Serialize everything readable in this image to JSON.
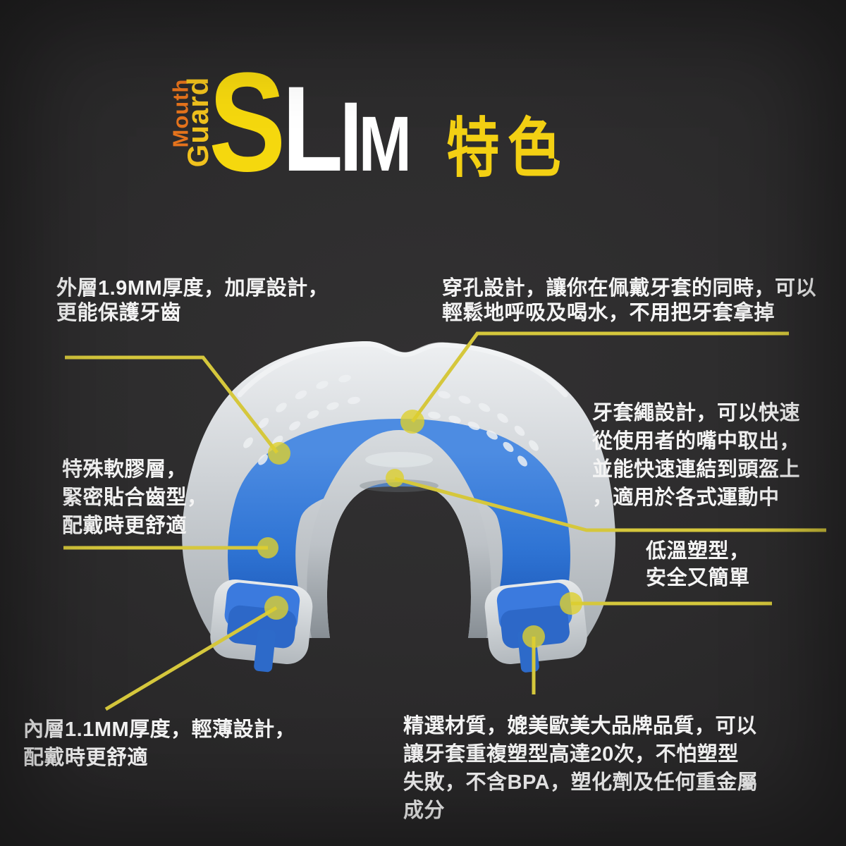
{
  "header": {
    "vertical_word_top": "Mouth",
    "vertical_word_bottom": "Guard",
    "letters": {
      "l1": "S",
      "l2": "L",
      "l3": "I",
      "l4": "M"
    },
    "suffix": "特色",
    "colors": {
      "slim_yellow": "#f5d80e",
      "suffix_yellow": "#f3d013",
      "guard_gold": "#f0c11d",
      "mouth_orange": "#e5731c",
      "white": "#ffffff"
    }
  },
  "product": {
    "illustration": "mouthguard-front-view",
    "shell_color": "#ced2d6",
    "liner_color": "#2f74d4",
    "callout_line_color": "#d5c73c",
    "marker_color": "#ddd02e"
  },
  "annotations": [
    {
      "id": "outer-layer",
      "text": "外層1.9MM厚度，加厚設計，\n更能保護牙齒"
    },
    {
      "id": "breathe-holes",
      "text": "穿孔設計，讓你在佩戴牙套的同時，可以\n輕鬆地呼吸及喝水，不用把牙套拿掉"
    },
    {
      "id": "tether",
      "text": "牙套繩設計，可以快速\n從使用者的嘴中取出，\n並能快速連結到頭盔上\n，適用於各式運動中"
    },
    {
      "id": "low-temp-mold",
      "text": "低溫塑型，\n安全又簡單"
    },
    {
      "id": "soft-gel",
      "text": "特殊軟膠層，\n緊密貼合齒型，\n配戴時更舒適"
    },
    {
      "id": "inner-layer",
      "text": "內層1.1MM厚度，輕薄設計，\n配戴時更舒適"
    },
    {
      "id": "material",
      "text": "精選材質，媲美歐美大品牌品質，可以\n讓牙套重複塑型高達20次，不怕塑型\n失敗，不含BPA，塑化劑及任何重金屬\n成分"
    }
  ]
}
